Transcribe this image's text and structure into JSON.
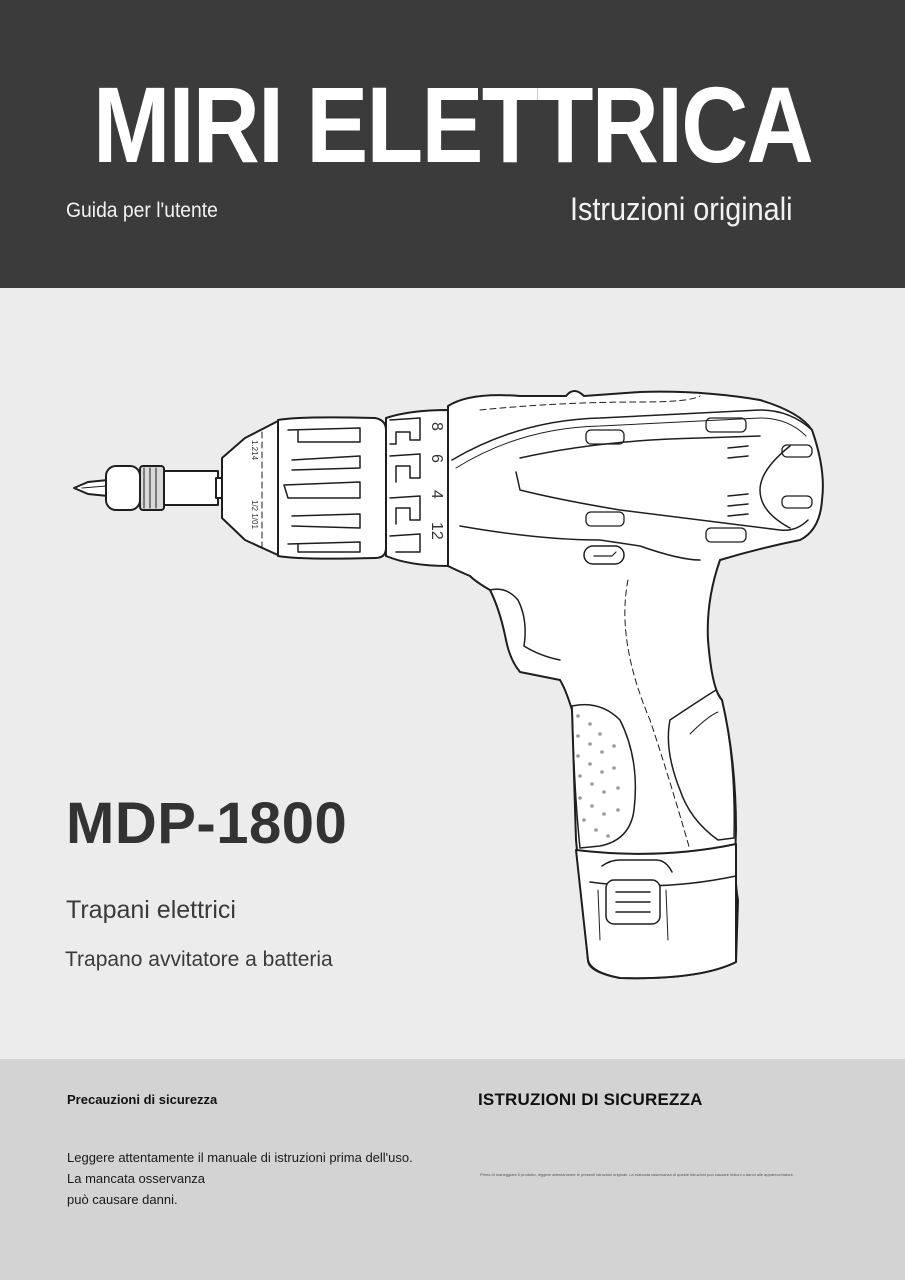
{
  "header": {
    "brand": "MIRI ELETTRICA",
    "subtitle_left": "Guida per l'utente",
    "subtitle_right": "Istruzioni originali",
    "background_color": "#3b3b3b"
  },
  "hero": {
    "illustration": "cordless-drill-line-drawing",
    "torque_ring_numbers": [
      "12",
      "4",
      "6",
      "8"
    ],
    "chuck_markings": [
      "1.214",
      "1/2 1/01"
    ],
    "model": "MDP-1800",
    "category": "Trapani elettrici",
    "product_type": "Trapano avvitatore a batteria",
    "background_color": "#ececec"
  },
  "footer": {
    "precautions_title": "Precauzioni di sicurezza",
    "precautions_lines": [
      "Leggere attentamente il manuale di istruzioni prima dell'uso.",
      "La mancata osservanza",
      "può causare danni."
    ],
    "safety_title": "ISTRUZIONI DI SICUREZZA",
    "fine_print": "Prima di maneggiare il prodotto, leggere attentamente le presenti istruzioni originali. La mancata osservanza di queste istruzioni può causare lesioni o danni alle apparecchiature.",
    "background_color": "#d3d3d3"
  }
}
